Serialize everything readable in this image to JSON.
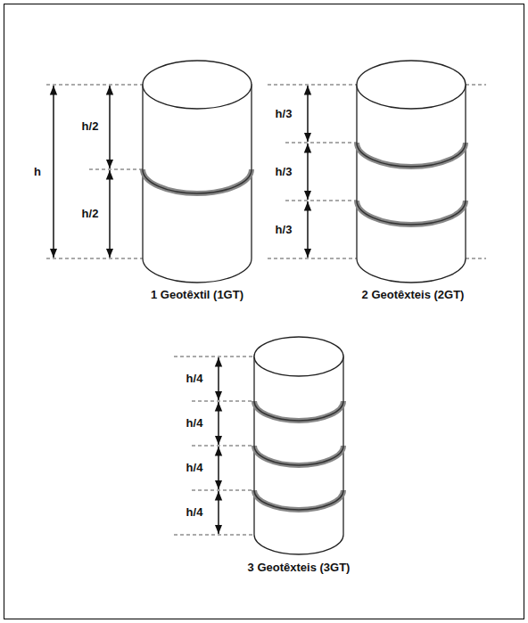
{
  "diagram": {
    "labels": [
      "h",
      "h/2",
      "h/2",
      "1 Geotêxtil (1GT)",
      "h/3",
      "h/3",
      "h/3",
      "2 Geotêxteis (2GT)",
      "h/4",
      "h/4",
      "h/4",
      "h/4",
      "3 Geotêxteis (3GT)"
    ]
  }
}
